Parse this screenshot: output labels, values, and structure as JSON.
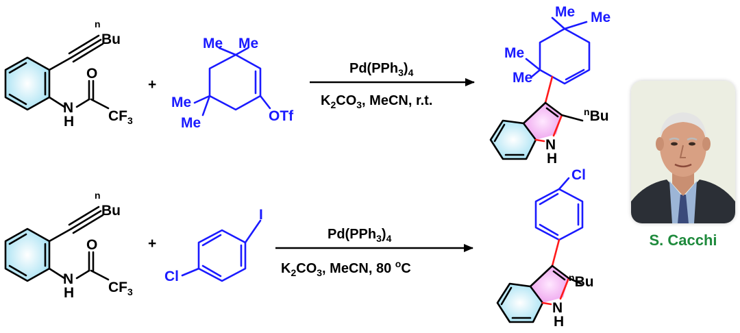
{
  "scheme": {
    "reaction1": {
      "substrate_nbu": "nBu",
      "substrate_o": "O",
      "substrate_nh": "N",
      "substrate_h": "H",
      "substrate_cf3": "CF3",
      "plus": "+",
      "reagent_me1": "Me",
      "reagent_me2": "Me",
      "reagent_me3": "Me",
      "reagent_me4": "Me",
      "reagent_otf": "OTf",
      "catalyst": "Pd(PPh3)4",
      "conditions": "K2CO3, MeCN, r.t.",
      "product_me1": "Me",
      "product_me2": "Me",
      "product_me3": "Me",
      "product_me4": "Me",
      "product_nbu": "nBu",
      "product_n": "N",
      "product_h": "H"
    },
    "reaction2": {
      "substrate_nbu": "nBu",
      "substrate_o": "O",
      "substrate_nh": "N",
      "substrate_h": "H",
      "substrate_cf3": "CF3",
      "plus": "+",
      "reagent_cl": "Cl",
      "reagent_i": "I",
      "catalyst": "Pd(PPh3)4",
      "conditions": "K2CO3, MeCN, 80 oC",
      "product_cl": "Cl",
      "product_nbu": "nBu",
      "product_n": "N",
      "product_h": "H"
    }
  },
  "portrait": {
    "caption": "S. Cacchi"
  },
  "colors": {
    "reagent": "#1a1aff",
    "new_bond": "#ff1a1a",
    "ring_fill": "#a8e4f4",
    "pyrrole_fill": "#f0a8f0",
    "caption": "#1e8a3c"
  }
}
